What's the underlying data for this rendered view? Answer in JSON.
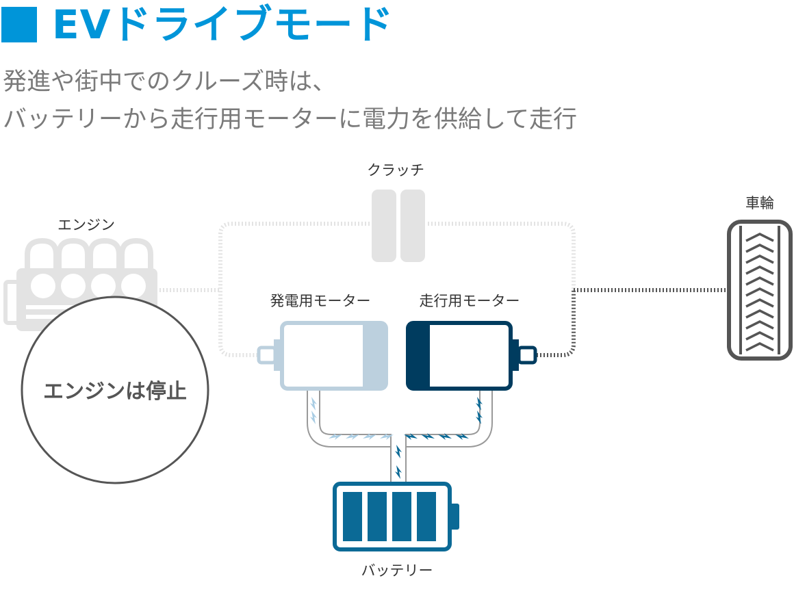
{
  "header": {
    "title": "EVドライブモード",
    "description_line1": "発進や街中でのクルーズ時は、",
    "description_line2": "バッテリーから走行用モーターに電力を供給して走行"
  },
  "labels": {
    "clutch": "クラッチ",
    "engine": "エンジン",
    "wheel": "車輪",
    "generator_motor": "発電用モーター",
    "drive_motor": "走行用モーター",
    "battery": "バッテリー",
    "engine_status": "エンジンは停止"
  },
  "colors": {
    "title_blue": "#0095d9",
    "drive_motor_navy": "#003c5f",
    "generator_motor_light": "#bcd0de",
    "battery_blue": "#0b6a96",
    "inactive_gray": "#e3e3e3",
    "shaft_dark": "#555555"
  },
  "battery": {
    "cells_filled": 4,
    "cells_total": 4
  },
  "icons": [
    "engine-icon",
    "clutch-icon",
    "wheel-icon",
    "generator-motor-icon",
    "drive-motor-icon",
    "battery-icon",
    "lightning-icon"
  ]
}
